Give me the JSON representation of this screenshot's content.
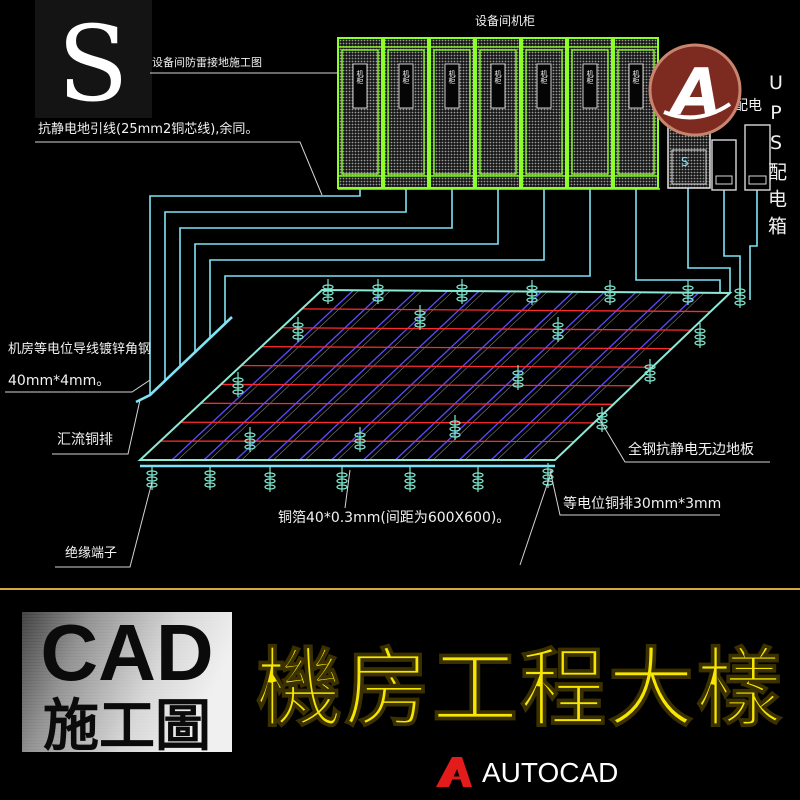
{
  "logo": {
    "letter": "S"
  },
  "brand_badge": {
    "letter": "A"
  },
  "drawing": {
    "cabinet_group_title": "设备间机柜",
    "drawing_title": "设备间防雷接地施工图",
    "cabinet_label": "机柜",
    "cabinet_count": 7,
    "small_cabinet_letter": "S",
    "distribution_label": "配电",
    "ups_label": "UPS配电箱",
    "notes": {
      "static_ground_lead": "抗静电地引线(25mm2铜芯线),余同。",
      "equipotential_steel_line1": "机房等电位导线镀锌角钢",
      "equipotential_steel_line2": "40mm*4mm。",
      "busbar": "汇流铜排",
      "floor": "全钢抗静电无边地板",
      "equipotential_copper": "等电位铜排30mm*3mm",
      "copper_foil": "铜箔40*0.3mm(间距为600X600)。",
      "insulator": "绝缘端子"
    }
  },
  "banner": {
    "badge_line1": "CAD",
    "badge_line2": "施工圖",
    "title": "機房工程大樣",
    "software_name": "AUTOCAD"
  },
  "colors": {
    "cabinet_green": "#8cff2a",
    "wire_cyan": "#7fe3f5",
    "grid_red": "#ff2b2b",
    "grid_blue": "#5b4bff",
    "title_yellow": "#f7e600",
    "logo_red": "#7d2b20",
    "autocad_red": "#e31b1b",
    "divider_line": "#d9a83a"
  }
}
